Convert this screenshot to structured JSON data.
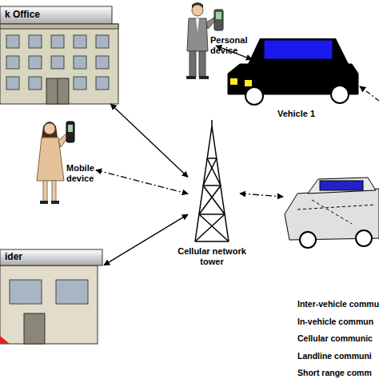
{
  "diagram": {
    "nodes": [
      {
        "text": [
          "k Office"
        ]
      },
      {
        "text": [
          "Personal device"
        ]
      },
      {
        "text": [
          "Vehicle 1"
        ]
      },
      {
        "text": [
          "Mobile device"
        ]
      },
      {
        "text": [
          "Cellular network tower"
        ]
      },
      {
        "text": [
          "ider"
        ]
      }
    ],
    "edges": [
      {
        "from": 0,
        "to": 4,
        "arrow": "both"
      },
      {
        "from": 1,
        "to": 2,
        "arrow": "both"
      },
      {
        "from": 3,
        "to": 4,
        "arrow": "both"
      },
      {
        "from": 4,
        "to": 5,
        "arrow": "both"
      }
    ],
    "legend": [
      {
        "text": "Inter-vehicle commu"
      },
      {
        "text": "In-vehicle commun"
      },
      {
        "text": "Cellular communic"
      },
      {
        "text": "Landline communi"
      },
      {
        "text": "Short range comm"
      }
    ]
  }
}
